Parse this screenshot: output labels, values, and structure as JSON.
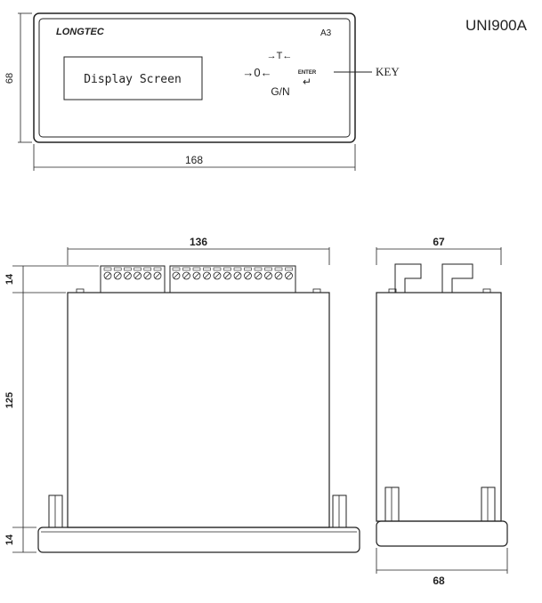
{
  "model": "UNI900A",
  "front": {
    "brand": "LONGTEC",
    "model_code": "A3",
    "screen_label": "Display Screen",
    "key_label": "KEY",
    "zero_symbol": "→0←",
    "tare_symbol": "→T←",
    "gn_label": "G/N",
    "enter_label": "ENTER",
    "enter_symbol": "↵",
    "dim_height": "68",
    "dim_width": "168"
  },
  "back": {
    "dim_width": "136",
    "dim_top": "14",
    "dim_body": "125",
    "dim_bottom": "14"
  },
  "side": {
    "dim_top": "67",
    "dim_bottom": "68"
  }
}
